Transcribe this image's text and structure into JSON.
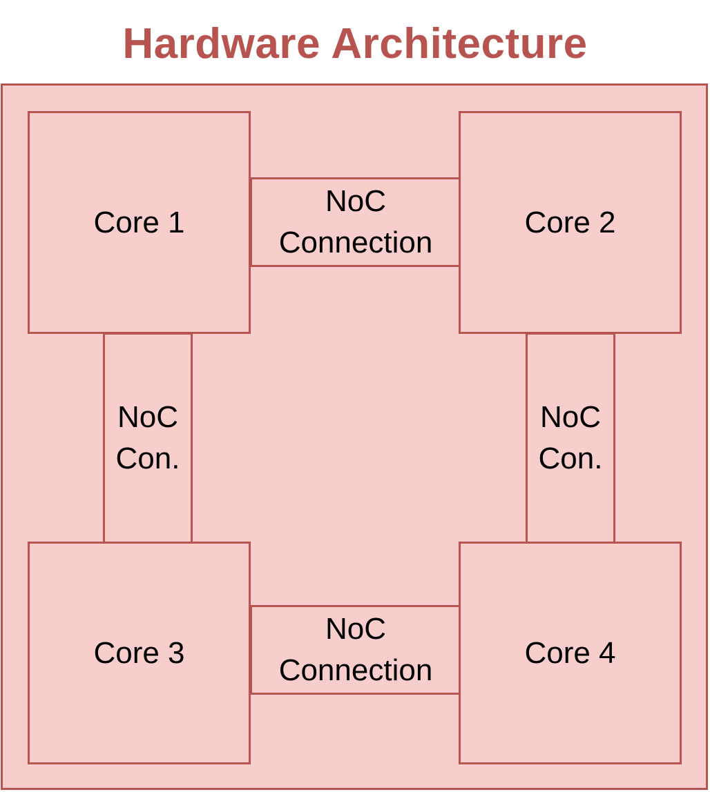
{
  "title": "Hardware Architecture",
  "colors": {
    "title": "#b85450",
    "border": "#b85450",
    "fill": "#f8cecc",
    "text": "#000000"
  },
  "cores": [
    {
      "label": "Core 1"
    },
    {
      "label": "Core 2"
    },
    {
      "label": "Core 3"
    },
    {
      "label": "Core 4"
    }
  ],
  "links": {
    "top": {
      "line1": "NoC",
      "line2": "Connection"
    },
    "bottom": {
      "line1": "NoC",
      "line2": "Connection"
    },
    "left": {
      "line1": "NoC",
      "line2": "Con."
    },
    "right": {
      "line1": "NoC",
      "line2": "Con."
    }
  }
}
